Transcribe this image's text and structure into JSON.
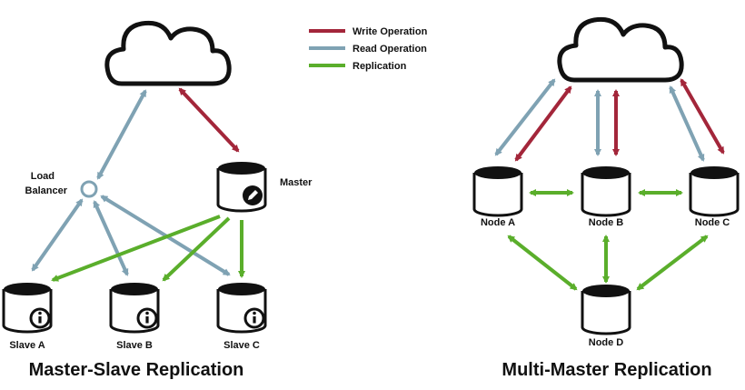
{
  "legend": {
    "write": {
      "label": "Write Operation",
      "color": "#a3263a"
    },
    "read": {
      "label": "Read Operation",
      "color": "#7fa2b3"
    },
    "replication": {
      "label": "Replication",
      "color": "#5aae2b"
    }
  },
  "master_slave": {
    "title": "Master-Slave Replication",
    "load_balancer_label_line1": "Load",
    "load_balancer_label_line2": "Balancer",
    "master_label": "Master",
    "slaves": [
      "Slave A",
      "Slave B",
      "Slave C"
    ]
  },
  "multi_master": {
    "title": "Multi-Master Replication",
    "nodes": [
      "Node A",
      "Node B",
      "Node C",
      "Node D"
    ]
  },
  "icons": [
    "cloud-icon",
    "database-icon",
    "info-icon",
    "pencil-icon",
    "load-balancer-icon"
  ]
}
